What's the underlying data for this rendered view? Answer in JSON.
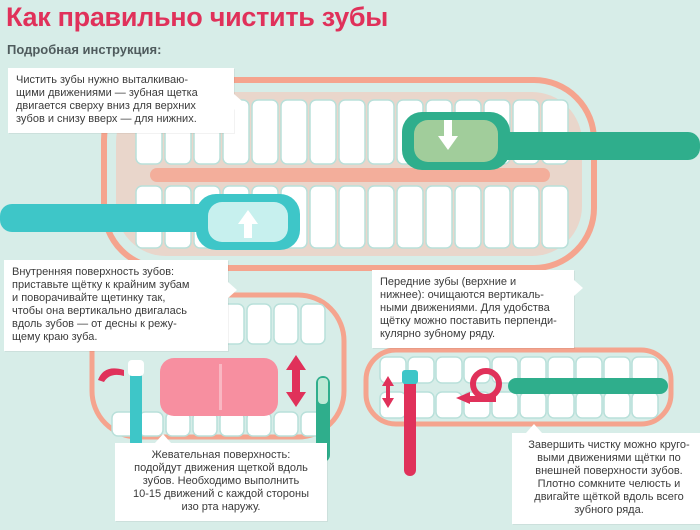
{
  "header": {
    "title": "Как правильно чистить зубы",
    "subtitle": "Подробная инструкция:"
  },
  "notes": [
    {
      "id": "outer",
      "text": "Чистить зубы нужно выталкиваю-\nщими движениями — зубная щетка\nдвигается сверху вниз для верхних\nзубов и снизу вверх — для нижних."
    },
    {
      "id": "inner",
      "text": "Внутренняя поверхность зубов:\nприставьте щётку к крайним зубам\nи поворачивайте щетинку так,\nчтобы она вертикально двигалась\nвдоль зубов — от десны к режу-\nщему краю зуба."
    },
    {
      "id": "front",
      "text": "Передние зубы (верхние и\nнижнее): очищаются вертикаль-\nными движениями. Для удобства\nщётку можно поставить перпенди-\nкулярно зубному ряду."
    },
    {
      "id": "chewing",
      "text": "Жевательная поверхность:\nподойдут движения щеткой вдоль\nзубов. Необходимо выполнить\n10-15 движений с каждой стороны\nизо рта наружу."
    },
    {
      "id": "finish",
      "text": "Завершить чистку можно круго-\nвыми движениями щётки по\nвнешней поверхности зубов.\nПлотно сомкните челюсть и\nдвигайте щёткой вдоль всего\nзубного ряда."
    }
  ],
  "colors": {
    "background": "#d7ede8",
    "title": "#e0315a",
    "gum": "#f5a48e",
    "brush_cyan": "#3ec6c8",
    "brush_green": "#2fae8c",
    "arrow_red": "#e0315a"
  }
}
